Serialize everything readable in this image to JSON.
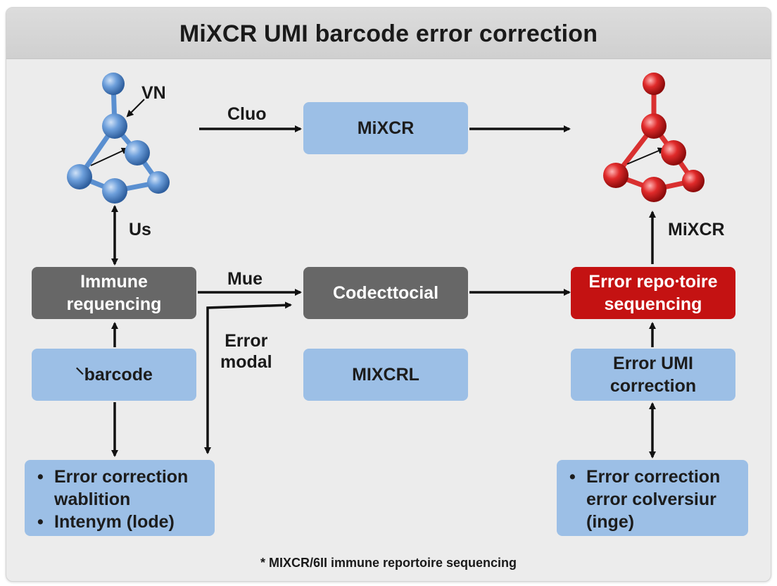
{
  "title": "MiXCR UMI barcode error correction",
  "colors": {
    "blue_box": "#9cbfe6",
    "gray_box": "#676767",
    "red_box": "#c41212",
    "blue_molecule": "#4f86c6",
    "red_molecule": "#d11a1a"
  },
  "labels": {
    "vn": "VN",
    "cluo": "Cluo",
    "us": "Us",
    "mue": "Mue",
    "error_modal": "Error\nmodal",
    "mixcr_right": "MiXCR"
  },
  "boxes": {
    "mixcr_top": "MiXCR",
    "immune_sequencing": "Immune\nrequencing",
    "codecttocial": "Codecttocial",
    "error_repertoire": "Error repo⸱toire\nsequencing",
    "barcode": "⸌barcode",
    "mixcrl": "MIXCRL",
    "error_umi_correction": "Error UMI\ncorrection"
  },
  "lists": {
    "left": [
      "Error correction",
      "wablition",
      "Intenym (lode)"
    ],
    "right": [
      "Error correction",
      "error colversiur",
      "(inge)"
    ]
  },
  "icons": {
    "left_molecule": "molecule-icon",
    "right_molecule": "molecule-icon"
  },
  "footnote": "* MIXCR/6II immune reportoire sequencing"
}
